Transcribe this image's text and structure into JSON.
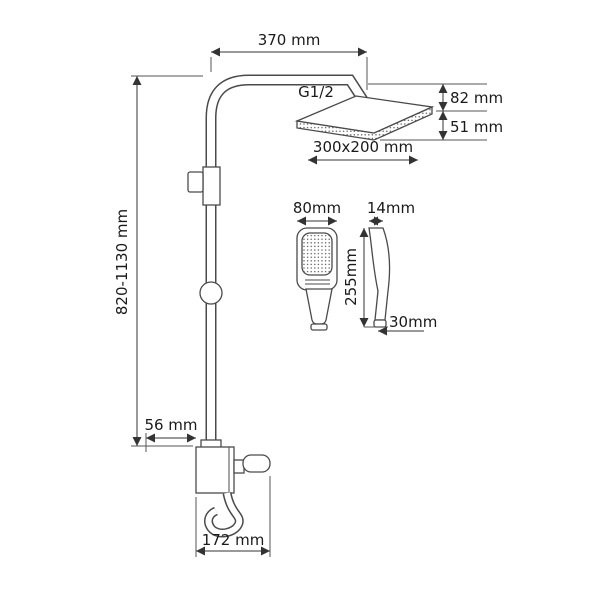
{
  "colors": {
    "line": "#4a4a4a",
    "text": "#1a1a1a"
  },
  "labels": {
    "top_reach": "370 mm",
    "thread": "G1/2",
    "head_drop": "82 mm",
    "head_thickness": "51 mm",
    "head_size": "300x200 mm",
    "column_height": "820-1130 mm",
    "handshower_width": "80mm",
    "handshower_depth": "14mm",
    "handshower_length": "255mm",
    "handle_bottom": "30mm",
    "spout_offset": "56 mm",
    "mixer_width": "172 mm"
  }
}
